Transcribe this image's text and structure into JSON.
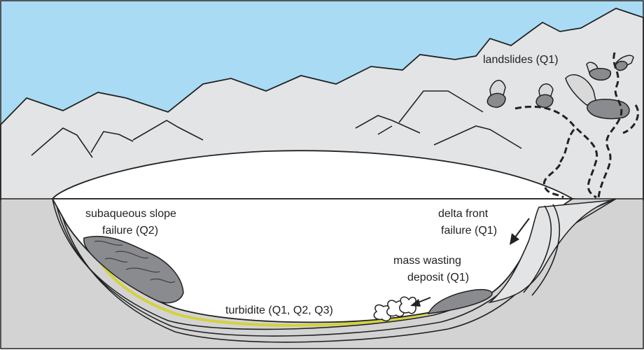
{
  "labels": {
    "landslides": "landslides (Q1)",
    "subaqueous_line1": "subaqueous slope",
    "subaqueous_line2": "failure (Q2)",
    "delta_line1": "delta front",
    "delta_line2": "failure (Q1)",
    "mass_line1": "mass wasting",
    "mass_line2": "deposit (Q1)",
    "turbidite": "turbidite (Q1, Q2, Q3)"
  },
  "colors": {
    "sky": "#a9dcf4",
    "mountains": "#e3e4e6",
    "lake_fill": "#d3d3d4",
    "slide_block": "#8a8b8e",
    "turbidite_layer": "#d3d23e",
    "outline": "#222222"
  }
}
